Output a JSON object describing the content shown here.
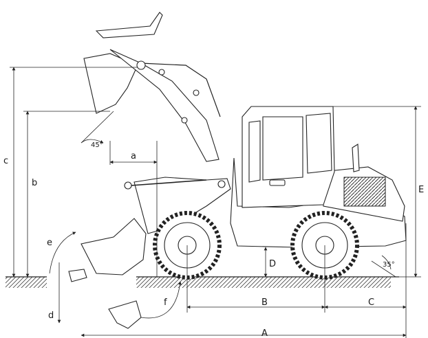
{
  "dimension_labels": {
    "a": "a",
    "b": "b",
    "c": "c",
    "d": "d",
    "e": "e",
    "f": "f",
    "A": "A",
    "B": "B",
    "C": "C",
    "D": "D",
    "E": "E"
  },
  "angles": {
    "dump_angle": "45°",
    "departure_angle": "35°"
  }
}
